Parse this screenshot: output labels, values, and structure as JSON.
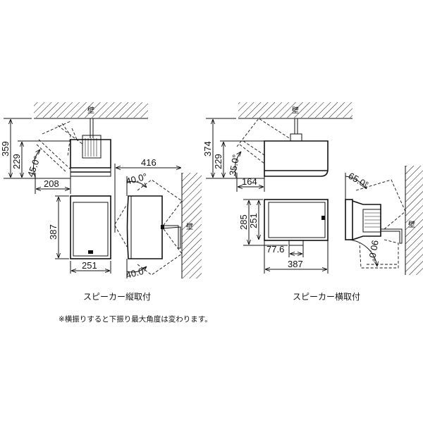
{
  "vertical_mount": {
    "caption": "スピーカー縦取付",
    "wall_label": "壁",
    "dimensions": {
      "total_height": "359",
      "body_height": "229",
      "tilt_angle": "45.0°",
      "offset": "208",
      "front_height": "387",
      "front_width": "251",
      "depth": "416",
      "swing_up": "40.0°",
      "swing_down": "40.0°"
    }
  },
  "horizontal_mount": {
    "caption": "スピーカー横取付",
    "wall_label": "壁",
    "dimensions": {
      "total_height": "374",
      "body_height": "229",
      "tilt_angle": "35.0°",
      "offset": "164",
      "outer_height": "285",
      "front_height": "251",
      "bracket_offset": "77.6",
      "front_width": "387",
      "swing_up": "65.0°",
      "swing_down": "90.0°"
    }
  },
  "note": "※横振りすると下振り最大角度は変わります。"
}
